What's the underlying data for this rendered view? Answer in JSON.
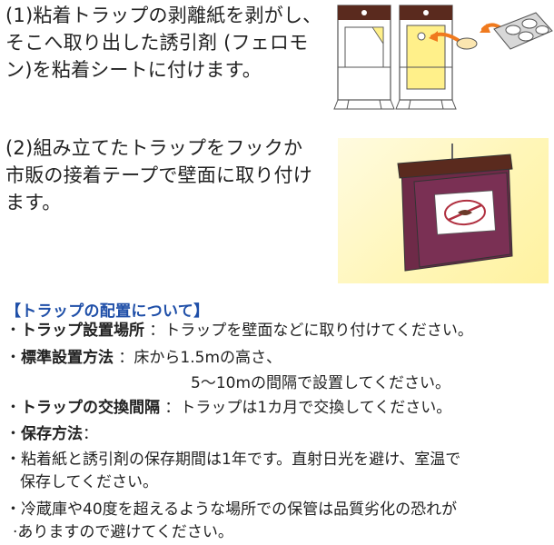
{
  "steps": [
    {
      "text": "(1)粘着トラップの剥離紙を剥がし、\nそこへ取り出した誘引剤 (フェロモ\nン)を粘着シートに付けます。"
    },
    {
      "text": "(2)組み立てたトラップをフックか\n市販の接着テープで壁面に取り付け\nます。"
    }
  ],
  "section": {
    "title": "【トラップの配置について】",
    "items": [
      {
        "bullet": "・",
        "label": "トラップ設置場所",
        "sep": "：",
        "text": "トラップを壁面などに取り付けてください。"
      },
      {
        "bullet": "・",
        "label": "標準設置方法",
        "sep": "：",
        "text": "床から1.5mの高さ、"
      },
      {
        "continuation": "5～10mの間隔で設置してください。"
      },
      {
        "bullet": "・",
        "label": "トラップの交換間隔",
        "sep": "：",
        "text": "トラップは1カ月で交換してください。"
      },
      {
        "bullet": "・",
        "label": "保存方法",
        "sep": "：",
        "text": ""
      },
      {
        "bullet": "・",
        "text": "粘着紙と誘引剤の保存期間は1年です。直射日光を避け、室温で"
      },
      {
        "continuation": "保存してください。"
      },
      {
        "bullet": "・",
        "text": "冷蔵庫や40度を超えるような場所での保管は品質劣化の恐れが"
      },
      {
        "continuation": "·ありますので避けてください。"
      }
    ]
  },
  "colors": {
    "title_blue": "#1f4fa8",
    "sheet_yellow": "#fff08a",
    "card_burgundy": "#6e2a48",
    "arrow_orange": "#f07a1e",
    "hanger_brown": "#5a2a1e"
  }
}
